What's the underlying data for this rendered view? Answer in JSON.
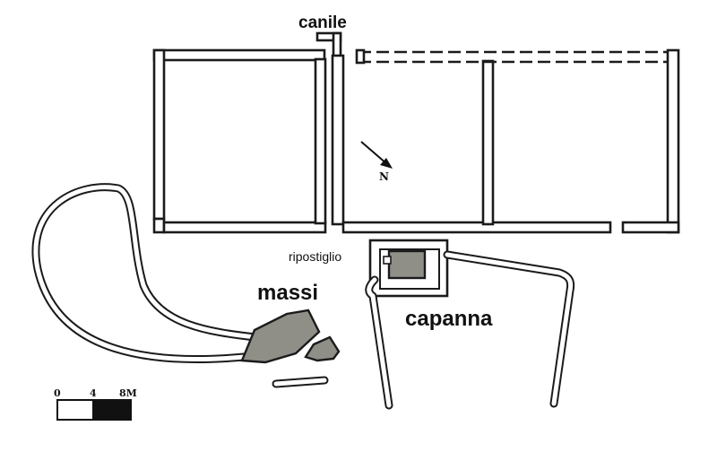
{
  "labels": {
    "canile": "canile",
    "ripostiglio": "ripostiglio",
    "massi": "massi",
    "capanna": "capanna",
    "north": "N"
  },
  "scale_bar": {
    "ticks": [
      "0",
      "4",
      "8M"
    ]
  }
}
